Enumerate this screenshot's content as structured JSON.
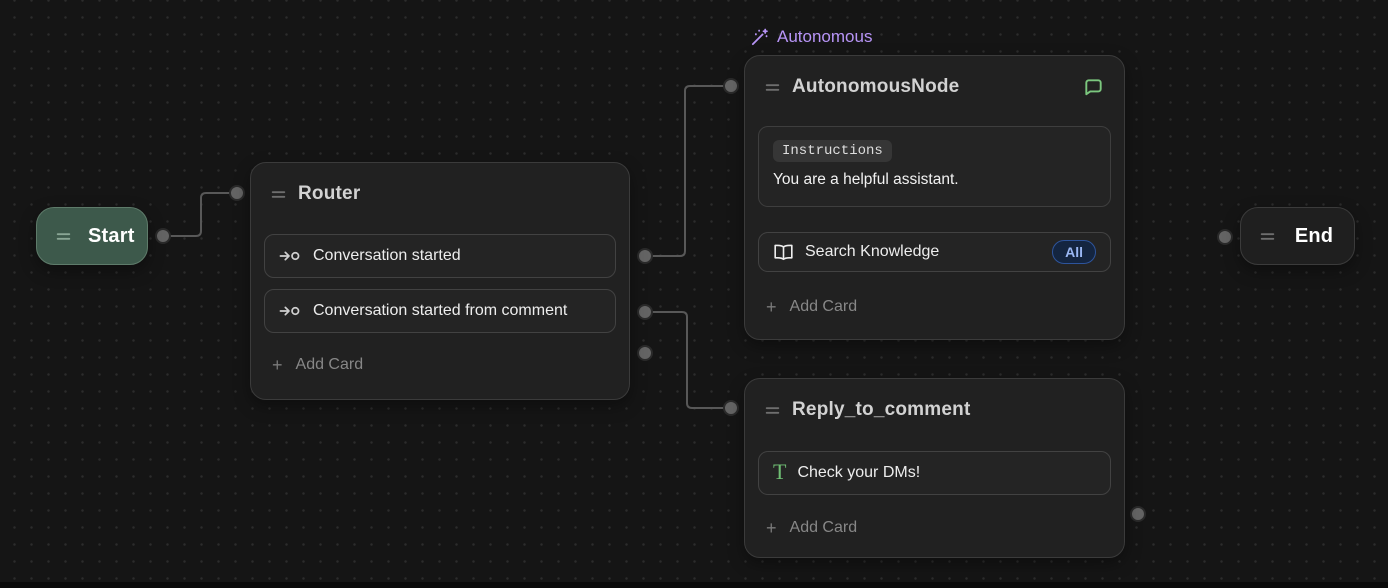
{
  "colors": {
    "background": "#151515",
    "grid_dot": "#2c2c2c",
    "node_background": "#212121",
    "node_border": "#3b3b3b",
    "start_node_background": "#3d594b",
    "start_node_border": "#5e7b6a",
    "accent_purple": "#b794f6",
    "accent_green": "#7bc77e",
    "badge_blue_background": "#142540",
    "badge_blue_border": "#2d549c",
    "badge_blue_text": "#9ab7f3",
    "wire": "#585858",
    "port": "#646464"
  },
  "nodes": {
    "start": {
      "label": "Start"
    },
    "end": {
      "label": "End"
    },
    "router": {
      "title": "Router",
      "cards": [
        {
          "label": "Conversation started"
        },
        {
          "label": "Conversation started from comment"
        }
      ],
      "add_card": "Add Card"
    },
    "autonomous": {
      "tag": "Autonomous",
      "title": "AutonomousNode",
      "instructions": {
        "label": "Instructions",
        "text": "You are a helpful assistant."
      },
      "knowledge": {
        "label": "Search Knowledge",
        "badge": "All"
      },
      "add_card": "Add Card"
    },
    "reply": {
      "title": "Reply_to_comment",
      "card": {
        "label": "Check your DMs!"
      },
      "add_card": "Add Card"
    }
  },
  "icons": {
    "plus": "+",
    "text_glyph": "T"
  }
}
